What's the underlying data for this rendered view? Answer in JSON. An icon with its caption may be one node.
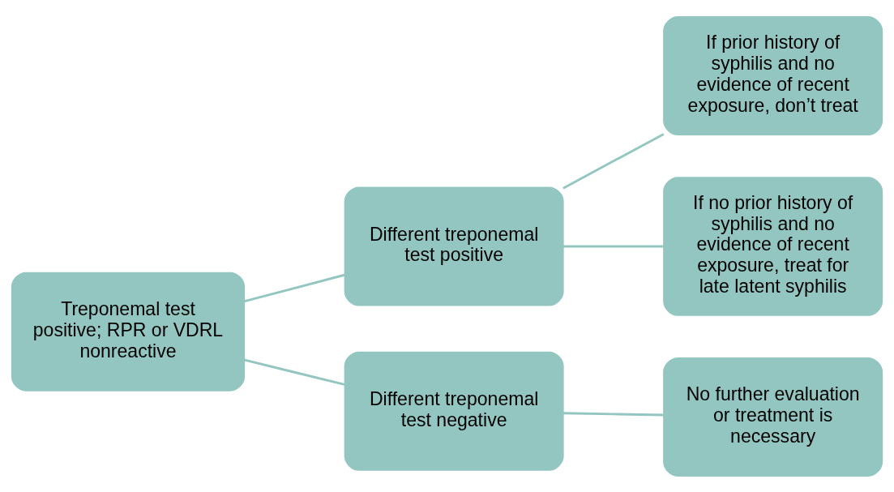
{
  "diagram": {
    "nodes": [
      {
        "text": [
          "Treponemal test positive; RPR or VDRL nonreactive"
        ]
      },
      {
        "text": [
          "Different treponemal test positive"
        ]
      },
      {
        "text": [
          "Different treponemal test negative"
        ]
      },
      {
        "text": [
          "If prior history of syphilis and no evidence of recent exposure, don’t treat"
        ]
      },
      {
        "text": [
          "If no prior history of syphilis and no evidence of recent exposure, treat for late latent syphilis"
        ]
      },
      {
        "text": [
          "No further evaluation or treatment is necessary"
        ]
      }
    ],
    "edges": [
      {
        "from": 0,
        "to": 1,
        "arrow": "none"
      },
      {
        "from": 0,
        "to": 2,
        "arrow": "none"
      },
      {
        "from": 1,
        "to": 3,
        "arrow": "none"
      },
      {
        "from": 1,
        "to": 4,
        "arrow": "none"
      },
      {
        "from": 2,
        "to": 5,
        "arrow": "none"
      }
    ]
  }
}
